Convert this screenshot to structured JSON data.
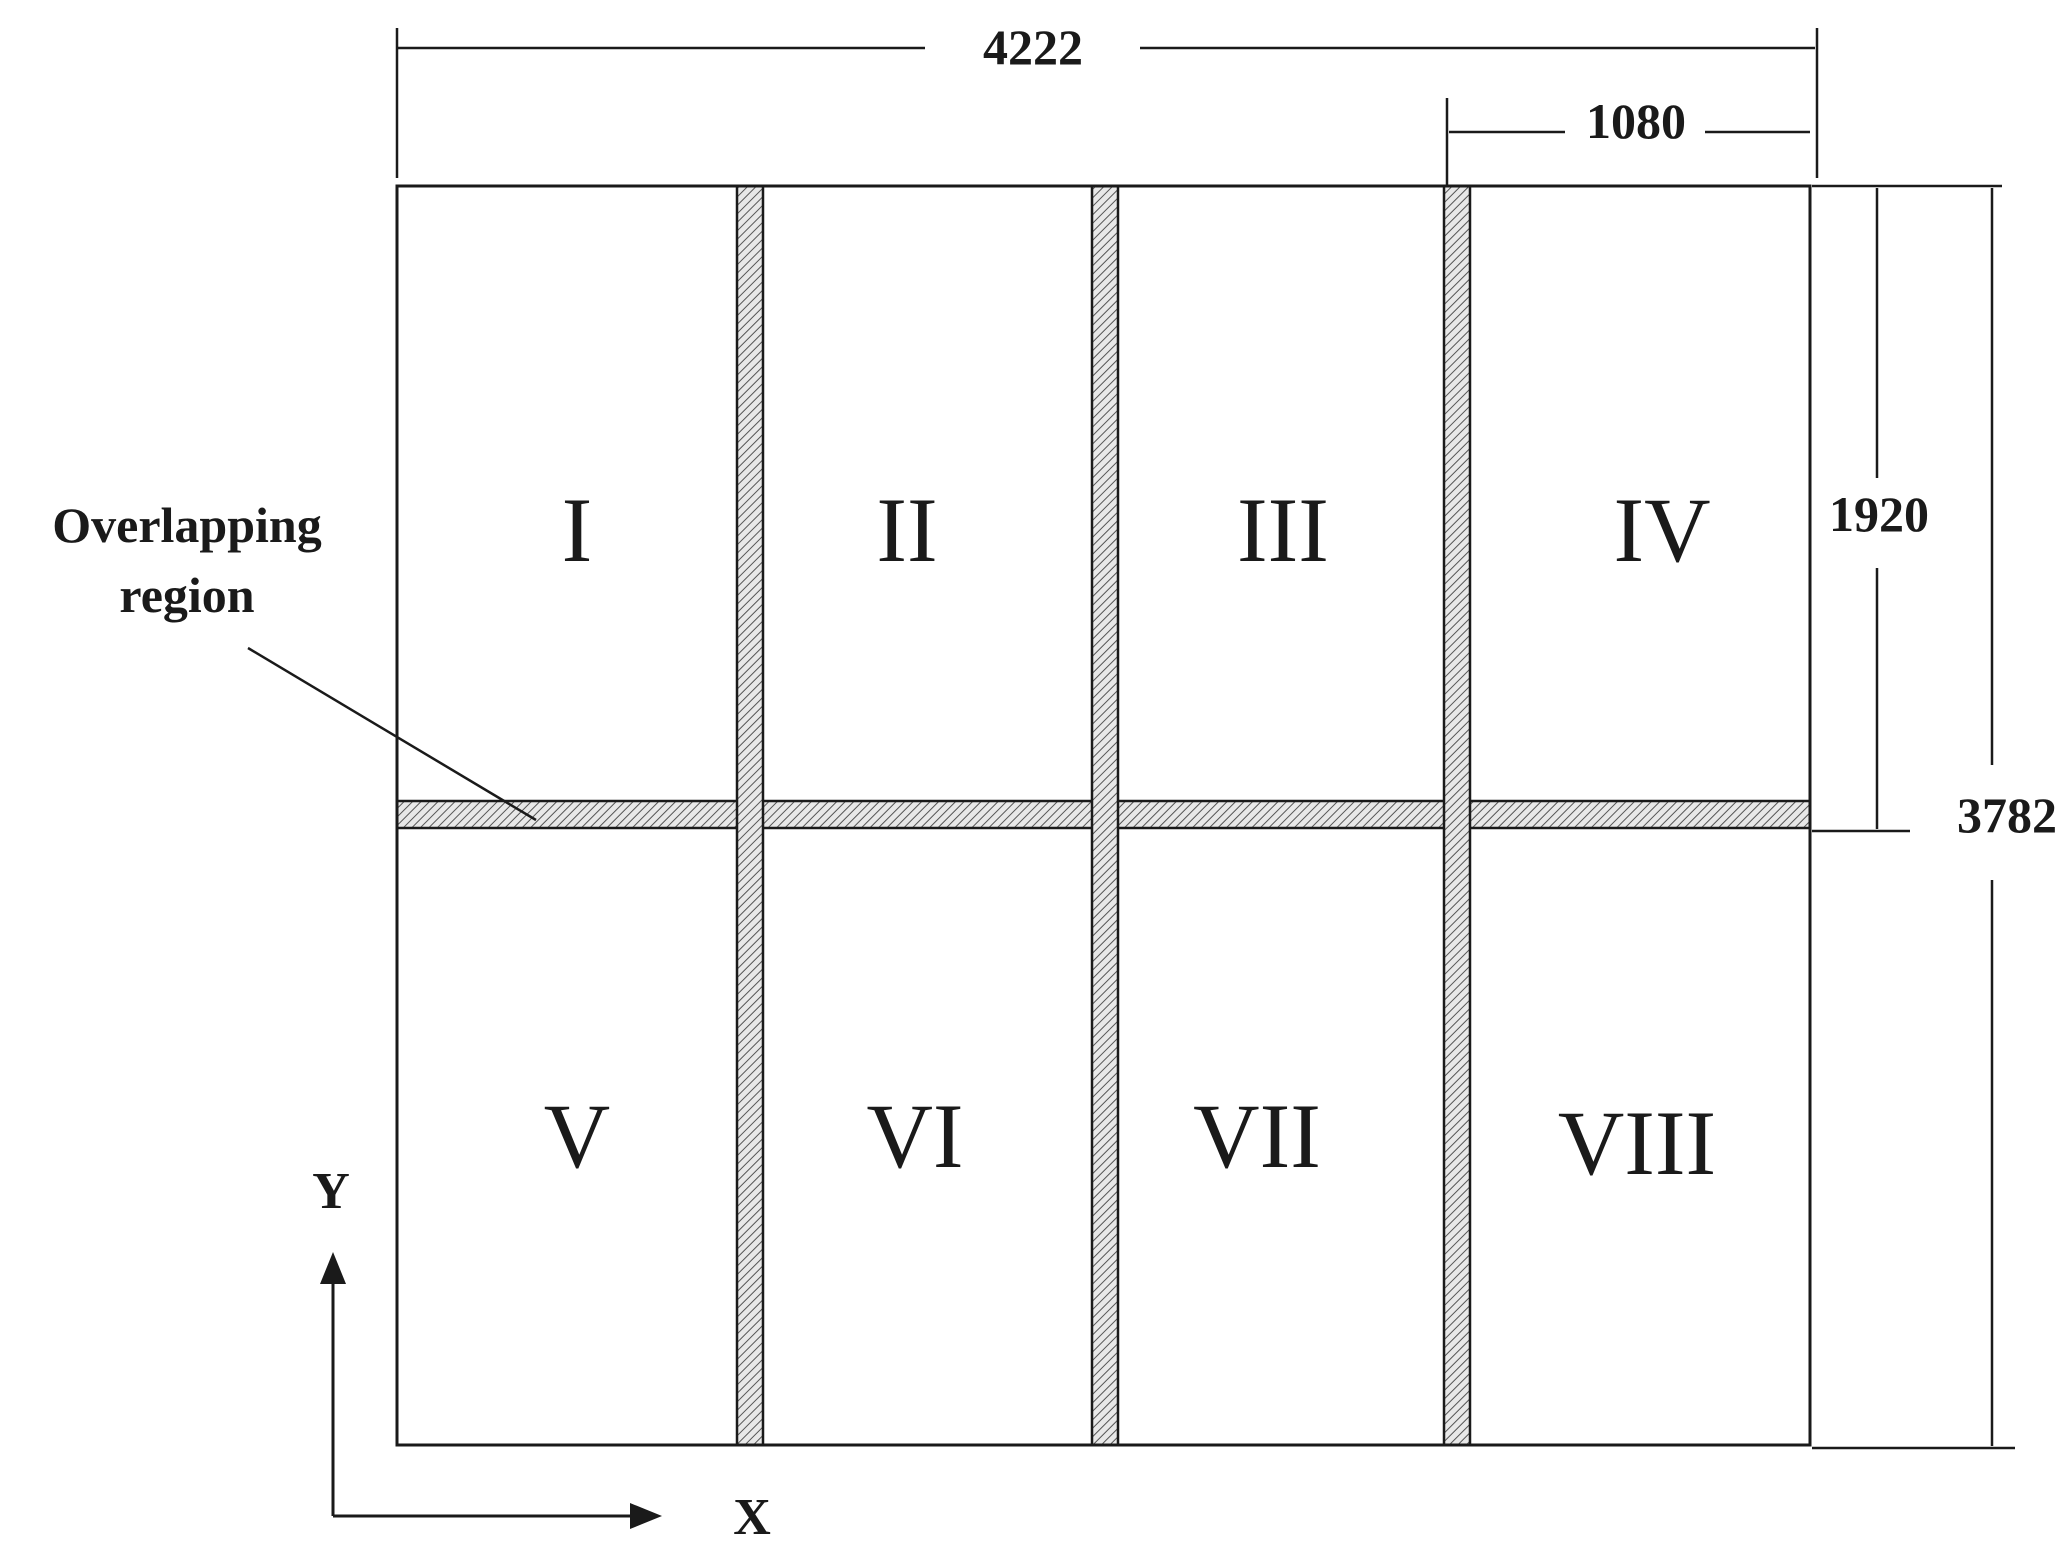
{
  "dimensions": {
    "total_width": "4222",
    "tile_width": "1080",
    "tile_height": "1920",
    "total_height": "3782"
  },
  "annotation": {
    "line1": "Overlapping",
    "line2": "region"
  },
  "regions": [
    "I",
    "II",
    "III",
    "IV",
    "V",
    "VI",
    "VII",
    "VIII"
  ],
  "axes": {
    "x": "X",
    "y": "Y"
  }
}
